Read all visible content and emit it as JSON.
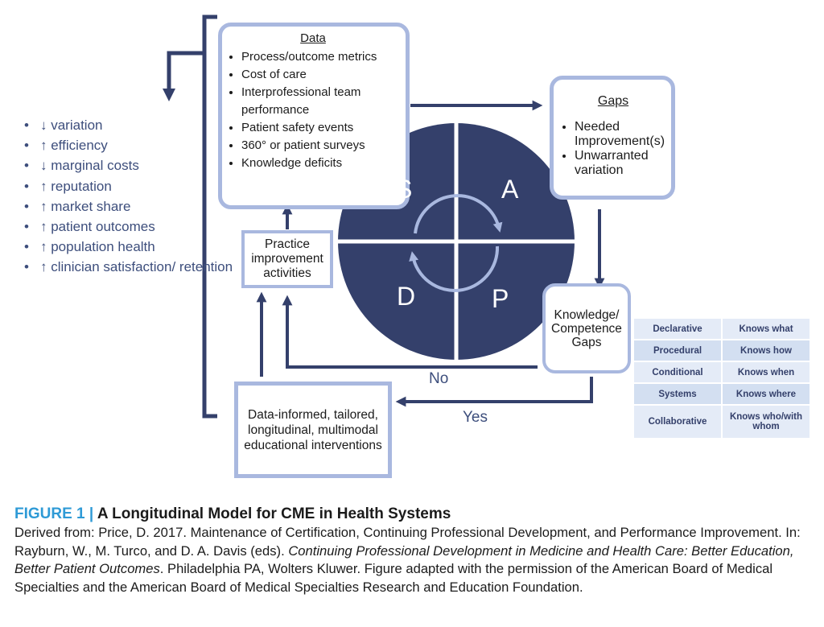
{
  "data_box": {
    "title": "Data",
    "items": [
      "Process/outcome metrics",
      "Cost of care",
      "Interprofessional team performance",
      "Patient safety events",
      "360° or patient surveys",
      "Knowledge deficits"
    ]
  },
  "gaps_box": {
    "title": "Gaps",
    "items": [
      "Needed Improvement(s)",
      "Unwarranted variation"
    ]
  },
  "pdsa": {
    "s": "S",
    "a": "A",
    "d": "D",
    "p": "P"
  },
  "practice_box": {
    "text": "Practice improvement activities"
  },
  "knowledge_box": {
    "text": "Knowledge/ Competence Gaps"
  },
  "interventions_box": {
    "text": "Data-informed, tailored, longitudinal, multimodal educational interventions"
  },
  "labels": {
    "no": "No",
    "yes": "Yes"
  },
  "outcomes": [
    "↓ variation",
    "↑ efficiency",
    "↓ marginal costs",
    "↑ reputation",
    "↑ market share",
    "↑ patient outcomes",
    "↑ population health",
    "↑ clinician satisfaction/ retention"
  ],
  "gap_table": [
    [
      "Declarative",
      "Knows what"
    ],
    [
      "Procedural",
      "Knows how"
    ],
    [
      "Conditional",
      "Knows when"
    ],
    [
      "Systems",
      "Knows where"
    ],
    [
      "Collaborative",
      "Knows who/with whom"
    ]
  ],
  "caption": {
    "label": "FIGURE 1",
    "separator": "|",
    "title": "A Longitudinal Model for CME in Health Systems",
    "body_pre": "Derived from: Price, D. 2017. Maintenance of Certification, Continuing Professional Development, and Performance Improvement. In: Rayburn, W., M. Turco, and D. A. Davis (eds).",
    "body_italic": "Continuing Professional Development in Medicine and Health Care: Better Education, Better Patient Outcomes",
    "body_post": ". Philadelphia PA, Wolters Kluwer. Figure adapted with the permission of the American Board of Medical Specialties and the American Board of Medical Specialties Research and Education Foundation."
  },
  "colors": {
    "navy": "#34406b",
    "light_blue": "#a9b8df",
    "accent": "#2e9ad6",
    "text_blue": "#3d4e7c"
  }
}
